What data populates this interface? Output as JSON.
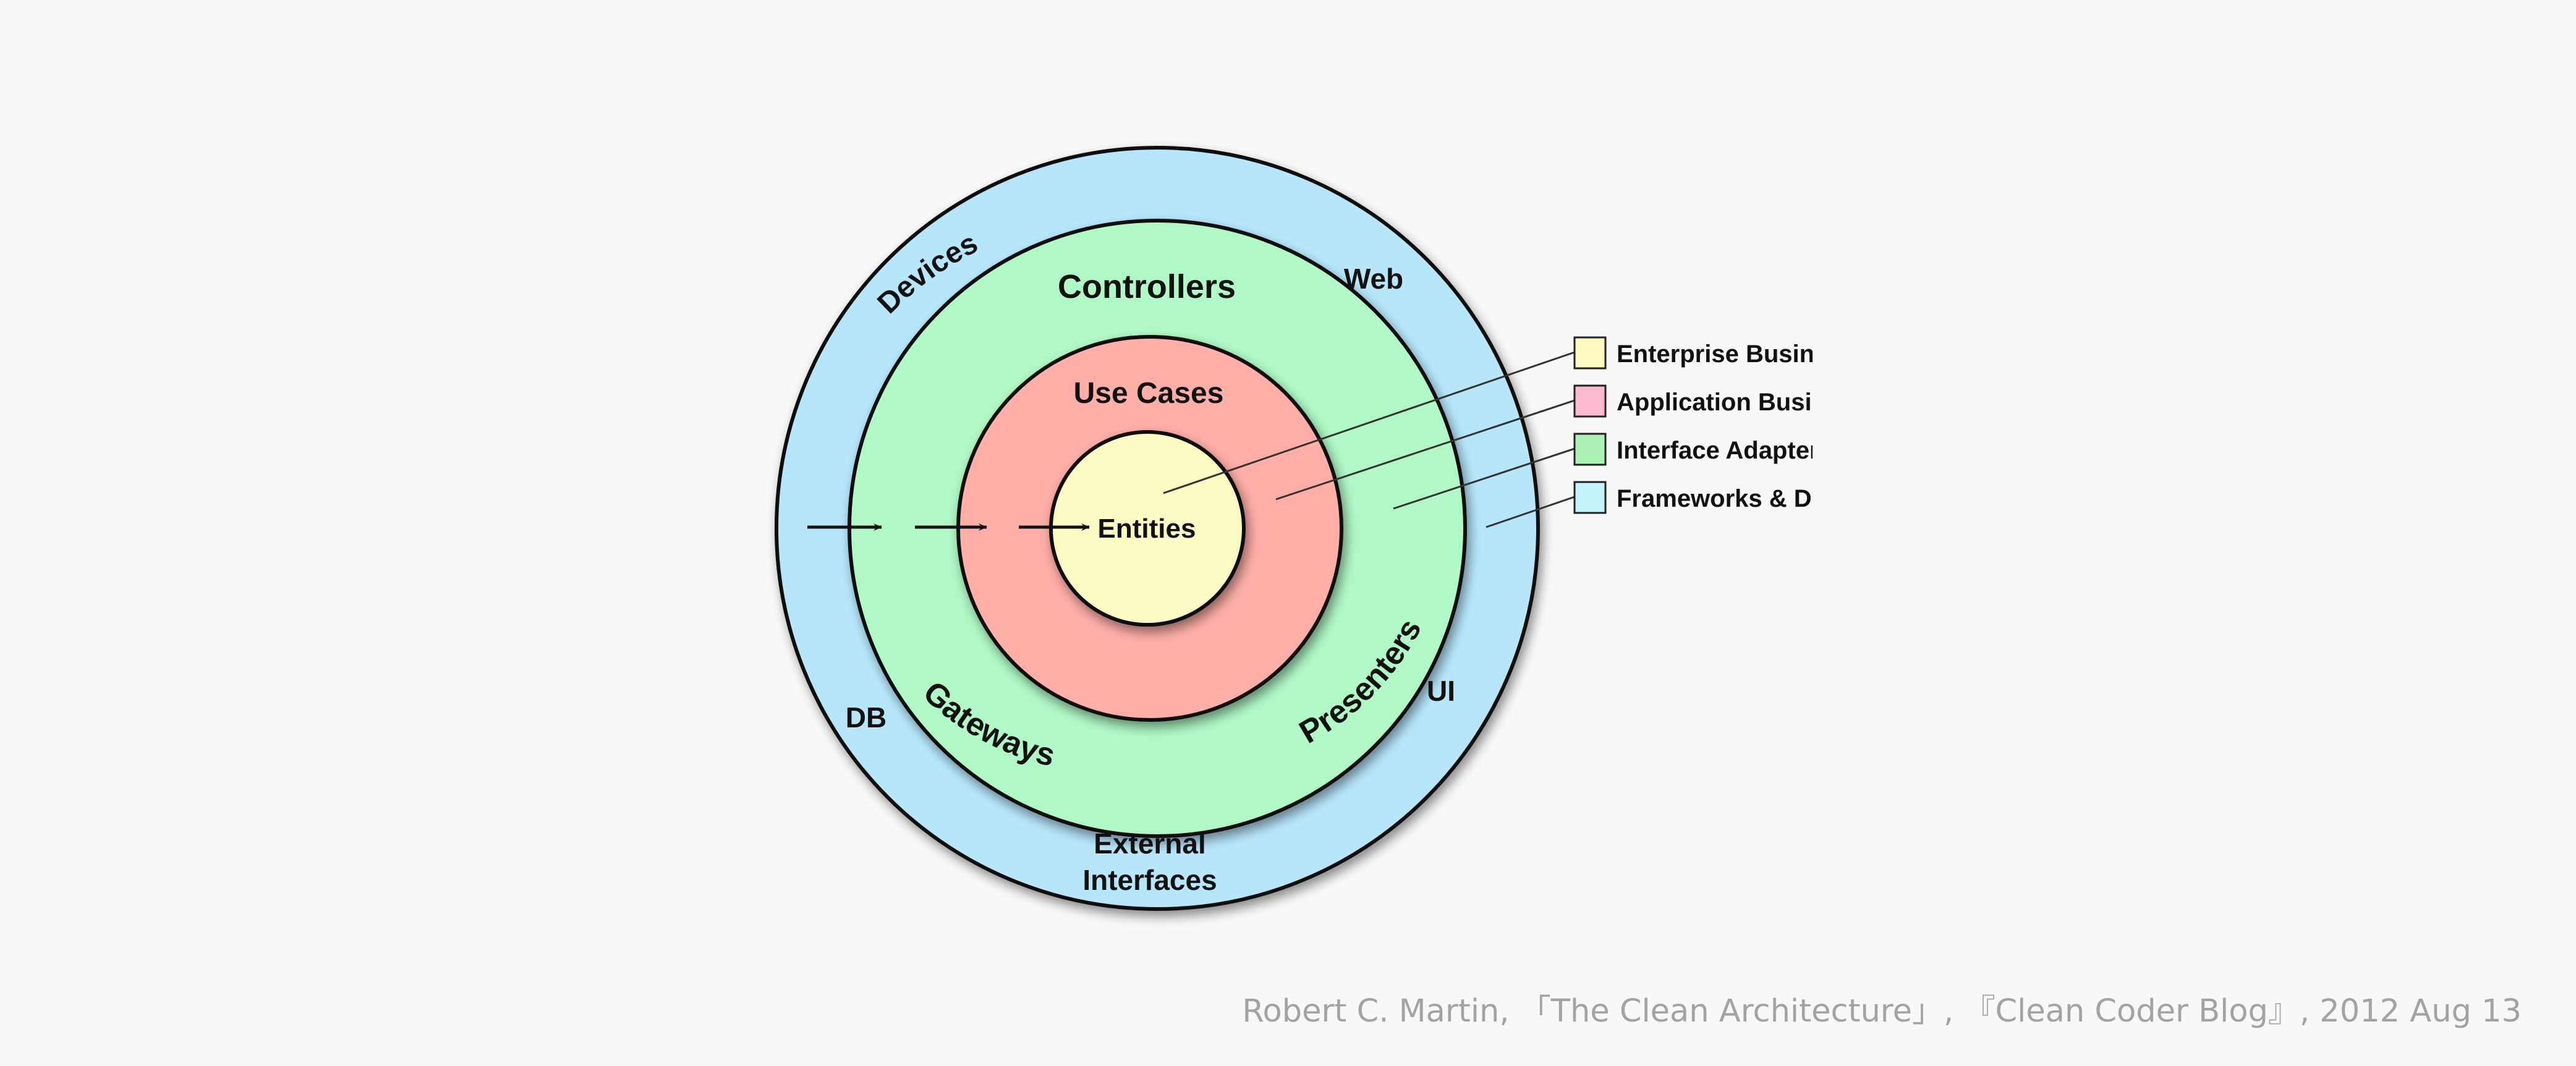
{
  "colors": {
    "background": "#f9f8f9",
    "frameworks": "#b7e6fb",
    "interface_adapters": "#b0f9c6",
    "application_business": "#ffaea8",
    "enterprise_business": "#fdfbc4",
    "legend_enterprise": "#fdf9c0",
    "legend_application": "#fdb9d0",
    "legend_interface": "#abf1b4",
    "legend_frameworks": "#c4f2fb",
    "caption": "#a3a3a6"
  },
  "rings": {
    "entities": "Entities",
    "use_cases": "Use Cases",
    "controllers": "Controllers",
    "gateways": "Gateways",
    "presenters": "Presenters",
    "devices": "Devices",
    "web": "Web",
    "db": "DB",
    "ui": "UI",
    "external_line1": "External",
    "external_line2": "Interfaces"
  },
  "legend": [
    {
      "label": "Enterprise Busin",
      "color_key": "legend_enterprise"
    },
    {
      "label": "Application Busi",
      "color_key": "legend_application"
    },
    {
      "label": "Interface Adapter",
      "color_key": "legend_interface"
    },
    {
      "label": "Frameworks & D",
      "color_key": "legend_frameworks"
    }
  ],
  "caption": "Robert C. Martin, 「The Clean Architecture」, 『Clean Coder Blog』, 2012 Aug 13"
}
